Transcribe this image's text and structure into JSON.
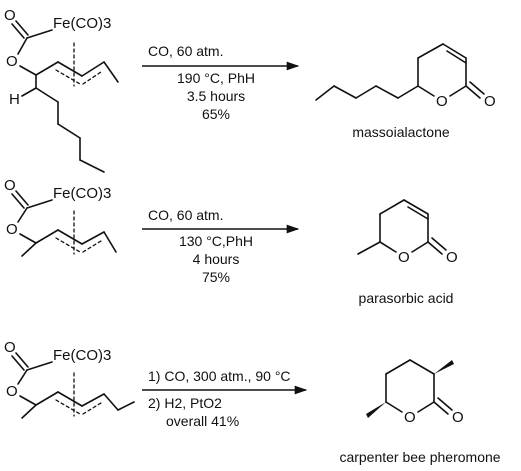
{
  "reactions": [
    {
      "reagent_label": "Fe(CO)3",
      "h_label": "H",
      "conditions": [
        "CO, 60 atm.",
        "190 °C, PhH",
        "3.5 hours",
        "65%"
      ],
      "product": "massoialactone"
    },
    {
      "reagent_label": "Fe(CO)3",
      "conditions": [
        "CO, 60 atm.",
        "130 °C,PhH",
        "4 hours",
        "75%"
      ],
      "product": "parasorbic acid"
    },
    {
      "reagent_label": "Fe(CO)3",
      "conditions": [
        "1) CO, 300 atm., 90 °C",
        "2) H2, PtO2",
        "overall 41%"
      ],
      "product": "carpenter bee pheromone"
    }
  ],
  "atoms": {
    "oxygen": "O",
    "hydrogen": "H"
  }
}
